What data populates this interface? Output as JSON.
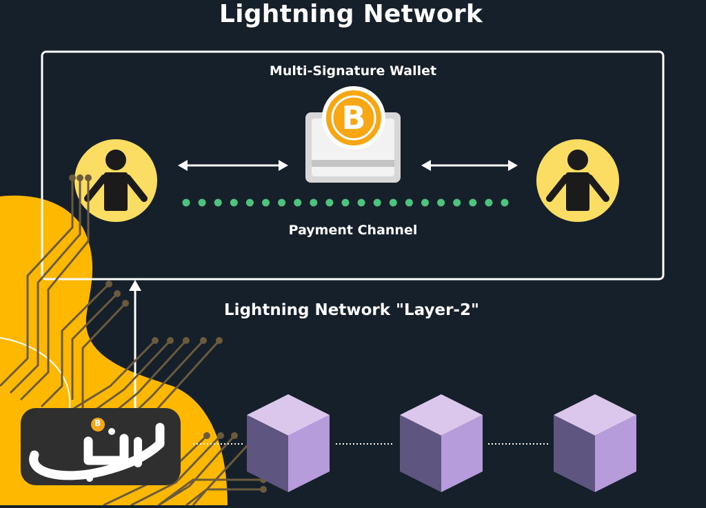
{
  "title": "Lightning Network",
  "wallet": {
    "label": "Multi-Signature Wallet",
    "coin_symbol": "B"
  },
  "channel": {
    "label": "Payment Channel"
  },
  "layer2": {
    "label": "Lightning Network \"Layer-2\""
  },
  "participants": [
    {
      "icon": "person-icon"
    },
    {
      "icon": "person-icon"
    }
  ],
  "blocks": [
    {
      "icon": "cube-icon"
    },
    {
      "icon": "cube-icon"
    },
    {
      "icon": "cube-icon"
    }
  ],
  "logo": {
    "text": "انتخاب",
    "badge_symbol": "B"
  },
  "colors": {
    "background": "#15202b",
    "accent_yellow": "#ffb800",
    "person_yellow": "#fbdd63",
    "bitcoin_orange": "#f7a614",
    "dots_green": "#4fc37d",
    "cube_light": "#dcc7ec",
    "cube_mid": "#b69cda",
    "cube_dark": "#5e5680"
  }
}
